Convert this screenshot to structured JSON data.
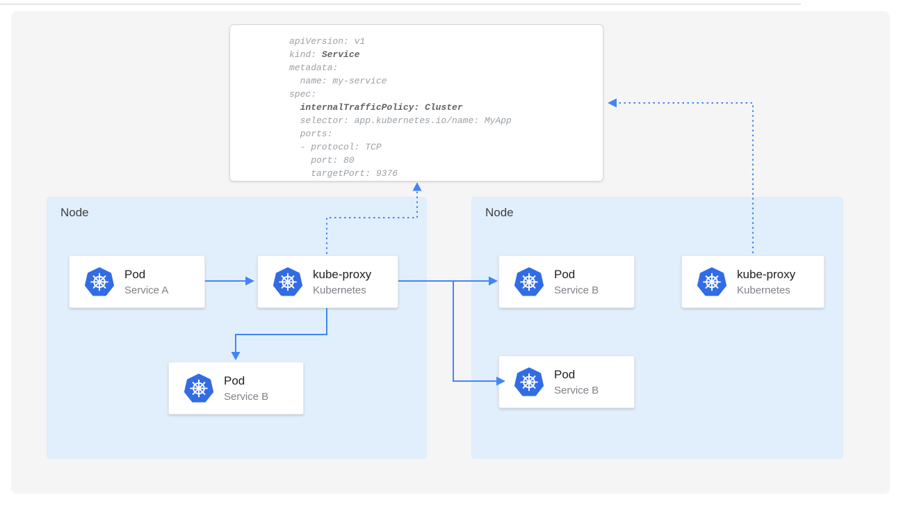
{
  "yaml_panel": {
    "lines": [
      {
        "pre": "apiVersion: v1",
        "bold": ""
      },
      {
        "pre": "kind: ",
        "bold": "Service"
      },
      {
        "pre": "metadata:",
        "bold": ""
      },
      {
        "pre": "  name: my-service",
        "bold": ""
      },
      {
        "pre": "spec:",
        "bold": ""
      },
      {
        "pre": "  ",
        "bold": "internalTrafficPolicy: Cluster"
      },
      {
        "pre": "  selector: app.kubernetes.io/name: MyApp",
        "bold": ""
      },
      {
        "pre": "  ports:",
        "bold": ""
      },
      {
        "pre": "  - protocol: TCP",
        "bold": ""
      },
      {
        "pre": "    port: 80",
        "bold": ""
      },
      {
        "pre": "    targetPort: 9376",
        "bold": ""
      }
    ]
  },
  "nodes": [
    {
      "label": "Node",
      "components": [
        {
          "title": "Pod",
          "subtitle": "Service A",
          "icon": "kubernetes-icon"
        },
        {
          "title": "kube-proxy",
          "subtitle": "Kubernetes",
          "icon": "kubernetes-icon"
        },
        {
          "title": "Pod",
          "subtitle": "Service B",
          "icon": "kubernetes-icon"
        }
      ]
    },
    {
      "label": "Node",
      "components": [
        {
          "title": "Pod",
          "subtitle": "Service B",
          "icon": "kubernetes-icon"
        },
        {
          "title": "kube-proxy",
          "subtitle": "Kubernetes",
          "icon": "kubernetes-icon"
        },
        {
          "title": "Pod",
          "subtitle": "Service B",
          "icon": "kubernetes-icon"
        }
      ]
    }
  ],
  "colors": {
    "arrow": "#4285F4",
    "node_bg": "#E1EEFB",
    "logo": "#326CE5",
    "panel_bg": "#F5F5F5",
    "card_bg": "#FFFFFF",
    "title_color": "#202124",
    "subtitle_color": "#7E8287",
    "node_label_color": "#3C4043",
    "yaml_color": "#9AA0A6",
    "yaml_bold_color": "#5F6368",
    "divider": "#E2E4E7"
  }
}
